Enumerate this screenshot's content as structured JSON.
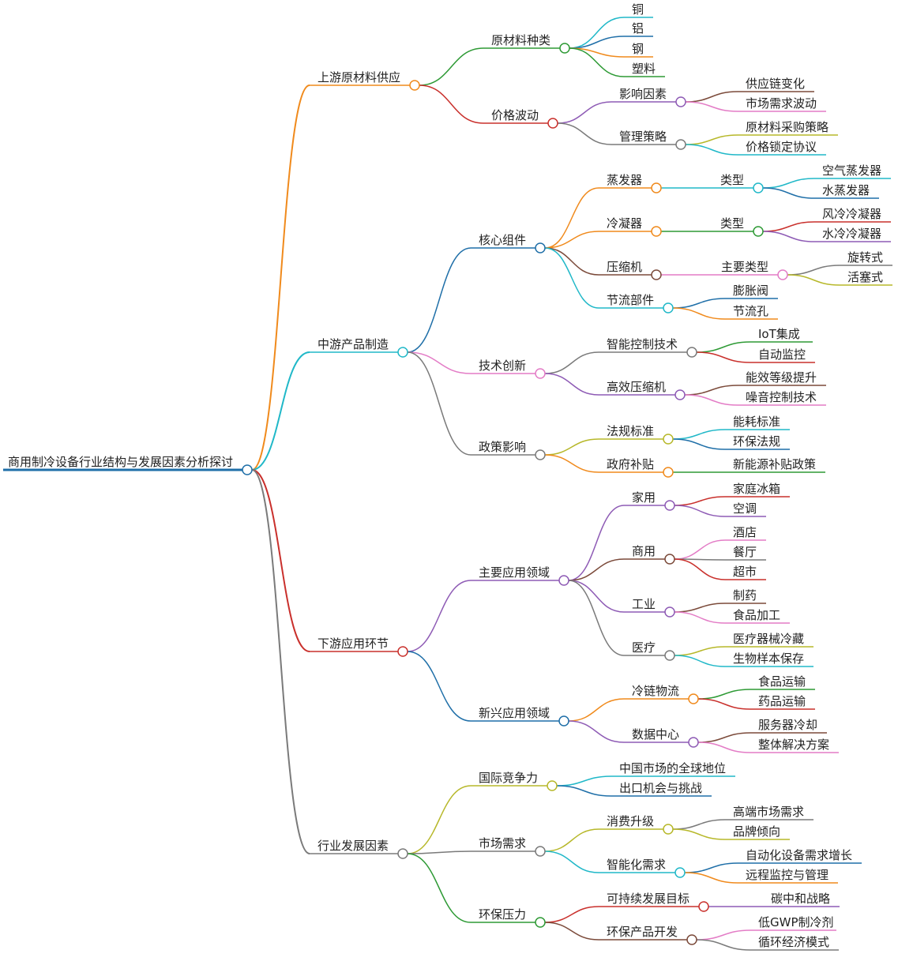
{
  "root": {
    "label": "商用制冷设备行业结构与发展因素分析探讨",
    "color": "#1f6fa8",
    "children": [
      {
        "label": "上游原材料供应",
        "color": "#f08a1c",
        "children": [
          {
            "label": "原材料种类",
            "color": "#2e9a35",
            "children": [
              {
                "label": "铜",
                "color": "#20b8c8"
              },
              {
                "label": "铝",
                "color": "#1f6fa8"
              },
              {
                "label": "钢",
                "color": "#f08a1c"
              },
              {
                "label": "塑料",
                "color": "#2e9a35"
              }
            ]
          },
          {
            "label": "价格波动",
            "color": "#c9302c",
            "children": [
              {
                "label": "影响因素",
                "color": "#8e5bb5",
                "children": [
                  {
                    "label": "供应链变化",
                    "color": "#7b4a3a"
                  },
                  {
                    "label": "市场需求波动",
                    "color": "#e37cc6"
                  }
                ]
              },
              {
                "label": "管理策略",
                "color": "#7a7a7a",
                "children": [
                  {
                    "label": "原材料采购策略",
                    "color": "#b7b82a"
                  },
                  {
                    "label": "价格锁定协议",
                    "color": "#20b8c8"
                  }
                ]
              }
            ]
          }
        ]
      },
      {
        "label": "中游产品制造",
        "color": "#20b8c8",
        "children": [
          {
            "label": "核心组件",
            "color": "#1f6fa8",
            "children": [
              {
                "label": "蒸发器",
                "color": "#f08a1c",
                "children": [
                  {
                    "label": "类型",
                    "color": "#20b8c8",
                    "children": [
                      {
                        "label": "空气蒸发器",
                        "color": "#20b8c8"
                      },
                      {
                        "label": "水蒸发器",
                        "color": "#1f6fa8"
                      }
                    ]
                  }
                ]
              },
              {
                "label": "冷凝器",
                "color": "#f08a1c",
                "children": [
                  {
                    "label": "类型",
                    "color": "#2e9a35",
                    "children": [
                      {
                        "label": "风冷冷凝器",
                        "color": "#c9302c"
                      },
                      {
                        "label": "水冷冷凝器",
                        "color": "#8e5bb5"
                      }
                    ]
                  }
                ]
              },
              {
                "label": "压缩机",
                "color": "#7b4a3a",
                "children": [
                  {
                    "label": "主要类型",
                    "color": "#e37cc6",
                    "children": [
                      {
                        "label": "旋转式",
                        "color": "#7a7a7a"
                      },
                      {
                        "label": "活塞式",
                        "color": "#b7b82a"
                      }
                    ]
                  }
                ]
              },
              {
                "label": "节流部件",
                "color": "#20b8c8",
                "children": [
                  {
                    "label": "膨胀阀",
                    "color": "#1f6fa8"
                  },
                  {
                    "label": "节流孔",
                    "color": "#f08a1c"
                  }
                ]
              }
            ]
          },
          {
            "label": "技术创新",
            "color": "#e37cc6",
            "children": [
              {
                "label": "智能控制技术",
                "color": "#7a7a7a",
                "children": [
                  {
                    "label": "IoT集成",
                    "color": "#2e9a35"
                  },
                  {
                    "label": "自动监控",
                    "color": "#c9302c"
                  }
                ]
              },
              {
                "label": "高效压缩机",
                "color": "#8e5bb5",
                "children": [
                  {
                    "label": "能效等级提升",
                    "color": "#7b4a3a"
                  },
                  {
                    "label": "噪音控制技术",
                    "color": "#e37cc6"
                  }
                ]
              }
            ]
          },
          {
            "label": "政策影响",
            "color": "#7a7a7a",
            "children": [
              {
                "label": "法规标准",
                "color": "#b7b82a",
                "children": [
                  {
                    "label": "能耗标准",
                    "color": "#20b8c8"
                  },
                  {
                    "label": "环保法规",
                    "color": "#1f6fa8"
                  }
                ]
              },
              {
                "label": "政府补贴",
                "color": "#f08a1c",
                "children": [
                  {
                    "label": "新能源补贴政策",
                    "color": "#2e9a35"
                  }
                ]
              }
            ]
          }
        ]
      },
      {
        "label": "下游应用环节",
        "color": "#c9302c",
        "children": [
          {
            "label": "主要应用领域",
            "color": "#8e5bb5",
            "children": [
              {
                "label": "家用",
                "color": "#8e5bb5",
                "children": [
                  {
                    "label": "家庭冰箱",
                    "color": "#c9302c"
                  },
                  {
                    "label": "空调",
                    "color": "#8e5bb5"
                  }
                ]
              },
              {
                "label": "商用",
                "color": "#7b4a3a",
                "children": [
                  {
                    "label": "酒店",
                    "color": "#e37cc6"
                  },
                  {
                    "label": "餐厅",
                    "color": "#7a7a7a"
                  },
                  {
                    "label": "超市",
                    "color": "#c9302c"
                  }
                ]
              },
              {
                "label": "工业",
                "color": "#8e5bb5",
                "children": [
                  {
                    "label": "制药",
                    "color": "#7b4a3a"
                  },
                  {
                    "label": "食品加工",
                    "color": "#e37cc6"
                  }
                ]
              },
              {
                "label": "医疗",
                "color": "#7a7a7a",
                "children": [
                  {
                    "label": "医疗器械冷藏",
                    "color": "#b7b82a"
                  },
                  {
                    "label": "生物样本保存",
                    "color": "#20b8c8"
                  }
                ]
              }
            ]
          },
          {
            "label": "新兴应用领域",
            "color": "#1f6fa8",
            "children": [
              {
                "label": "冷链物流",
                "color": "#f08a1c",
                "children": [
                  {
                    "label": "食品运输",
                    "color": "#2e9a35"
                  },
                  {
                    "label": "药品运输",
                    "color": "#c9302c"
                  }
                ]
              },
              {
                "label": "数据中心",
                "color": "#8e5bb5",
                "children": [
                  {
                    "label": "服务器冷却",
                    "color": "#7b4a3a"
                  },
                  {
                    "label": "整体解决方案",
                    "color": "#e37cc6"
                  }
                ]
              }
            ]
          }
        ]
      },
      {
        "label": "行业发展因素",
        "color": "#7a7a7a",
        "children": [
          {
            "label": "国际竞争力",
            "color": "#b7b82a",
            "children": [
              {
                "label": "中国市场的全球地位",
                "color": "#20b8c8"
              },
              {
                "label": "出口机会与挑战",
                "color": "#1f6fa8"
              }
            ]
          },
          {
            "label": "市场需求",
            "color": "#7a7a7a",
            "children": [
              {
                "label": "消费升级",
                "color": "#b7b82a",
                "children": [
                  {
                    "label": "高端市场需求",
                    "color": "#7a7a7a"
                  },
                  {
                    "label": "品牌倾向",
                    "color": "#b7b82a"
                  }
                ]
              },
              {
                "label": "智能化需求",
                "color": "#20b8c8",
                "children": [
                  {
                    "label": "自动化设备需求增长",
                    "color": "#1f6fa8"
                  },
                  {
                    "label": "远程监控与管理",
                    "color": "#f08a1c"
                  }
                ]
              }
            ]
          },
          {
            "label": "环保压力",
            "color": "#2e9a35",
            "children": [
              {
                "label": "可持续发展目标",
                "color": "#c9302c",
                "children": [
                  {
                    "label": "碳中和战略",
                    "color": "#8e5bb5"
                  }
                ]
              },
              {
                "label": "环保产品开发",
                "color": "#7b4a3a",
                "children": [
                  {
                    "label": "低GWP制冷剂",
                    "color": "#e37cc6"
                  },
                  {
                    "label": "循环经济模式",
                    "color": "#7a7a7a"
                  }
                ]
              }
            ]
          }
        ]
      }
    ]
  }
}
